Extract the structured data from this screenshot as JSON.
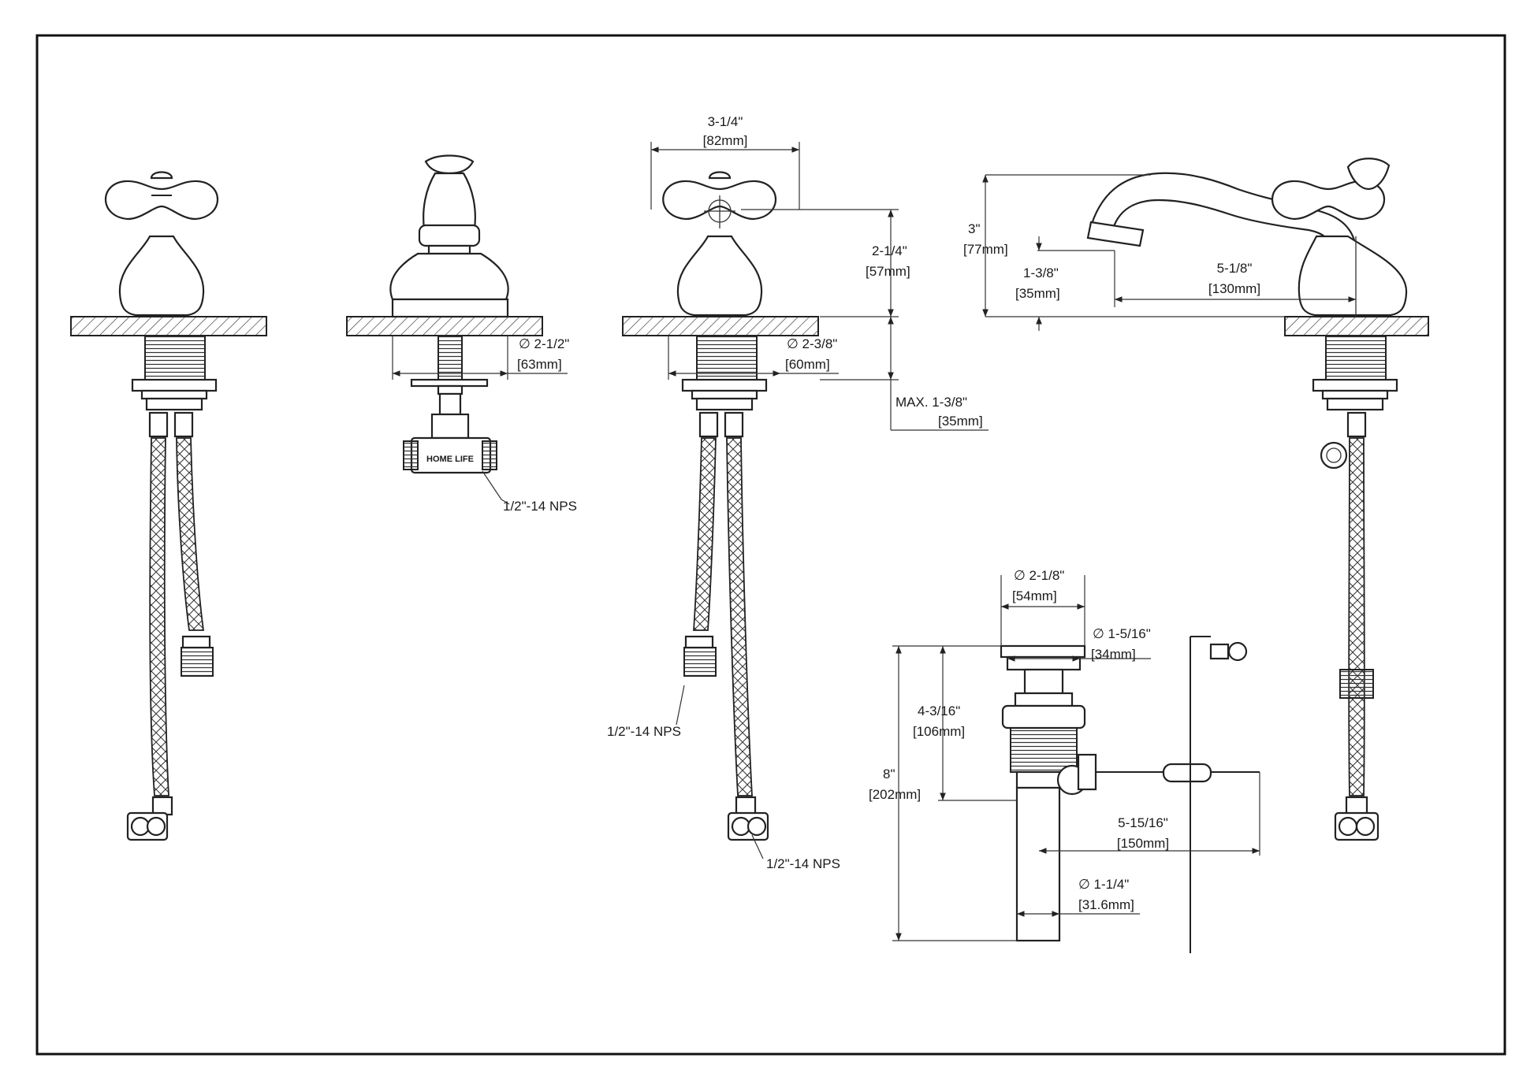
{
  "drawing": {
    "overall_width_in": "3-1/4\"",
    "overall_width_mm": "[82mm]",
    "handle_height_in": "2-1/4\"",
    "handle_height_mm": "[57mm]",
    "base_dia_side_in": "2-1/2\"",
    "base_dia_side_mm": "[63mm]",
    "base_dia_front_in": "2-3/8\"",
    "base_dia_front_mm": "[60mm]",
    "max_deck_in": "MAX.  1-3/8\"",
    "max_deck_mm": "[35mm]",
    "spout_height_in": "3\"",
    "spout_height_mm": "[77mm]",
    "spout_clearance_in": "1-3/8\"",
    "spout_clearance_mm": "[35mm]",
    "spout_reach_in": "5-1/8\"",
    "spout_reach_mm": "[130mm]",
    "thread_label_top": "1/2\"-14 NPS",
    "thread_label_mid": "1/2\"-14 NPS",
    "thread_label_bottom": "1/2\"-14 NPS",
    "brand_mark": "HOME LIFE",
    "dia_symbol": "∅"
  },
  "drain": {
    "flange_dia_in": "2-1/8\"",
    "flange_dia_mm": "[54mm]",
    "body_dia_in": "1-5/16\"",
    "body_dia_mm": "[34mm]",
    "body_height_in": "4-3/16\"",
    "body_height_mm": "[106mm]",
    "total_height_in": "8\"",
    "total_height_mm": "[202mm]",
    "rod_length_in": "5-15/16\"",
    "rod_length_mm": "[150mm]",
    "tail_dia_in": "1-1/4\"",
    "tail_dia_mm": "[31.6mm]"
  }
}
